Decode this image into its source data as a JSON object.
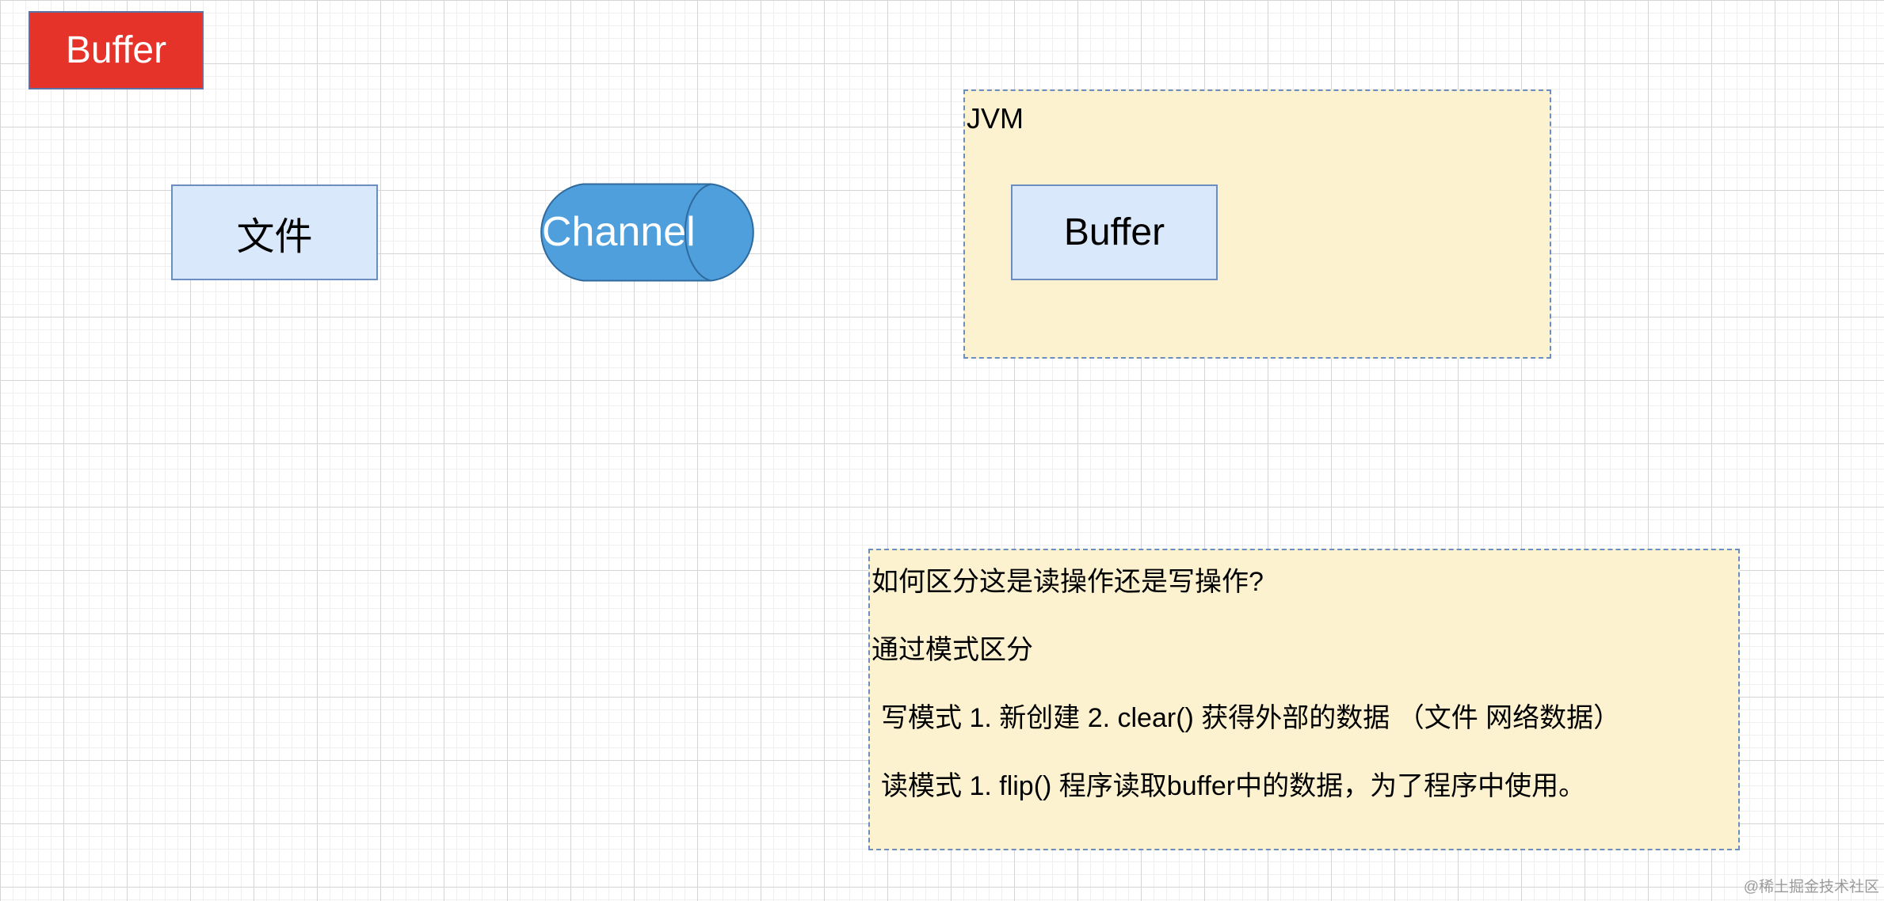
{
  "diagram": {
    "title": "Buffer",
    "file_label": "文件",
    "channel_label": "Channel",
    "jvm_label": "JVM",
    "buffer_label": "Buffer",
    "note": {
      "line1": "如何区分这是读操作还是写操作?",
      "line2": "通过模式区分",
      "line3": "写模式  1. 新创建 2. clear()  获得外部的数据 （文件 网络数据）",
      "line4": "读模式  1. flip() 程序读取buffer中的数据，为了程序中使用。"
    },
    "colors": {
      "title_fill": "#e5332a",
      "box_fill": "#dae8fc",
      "box_stroke": "#6c8ebf",
      "channel_fill": "#4f9fdc",
      "container_fill": "#fdf2d0"
    }
  },
  "watermark": "@稀土掘金技术社区"
}
